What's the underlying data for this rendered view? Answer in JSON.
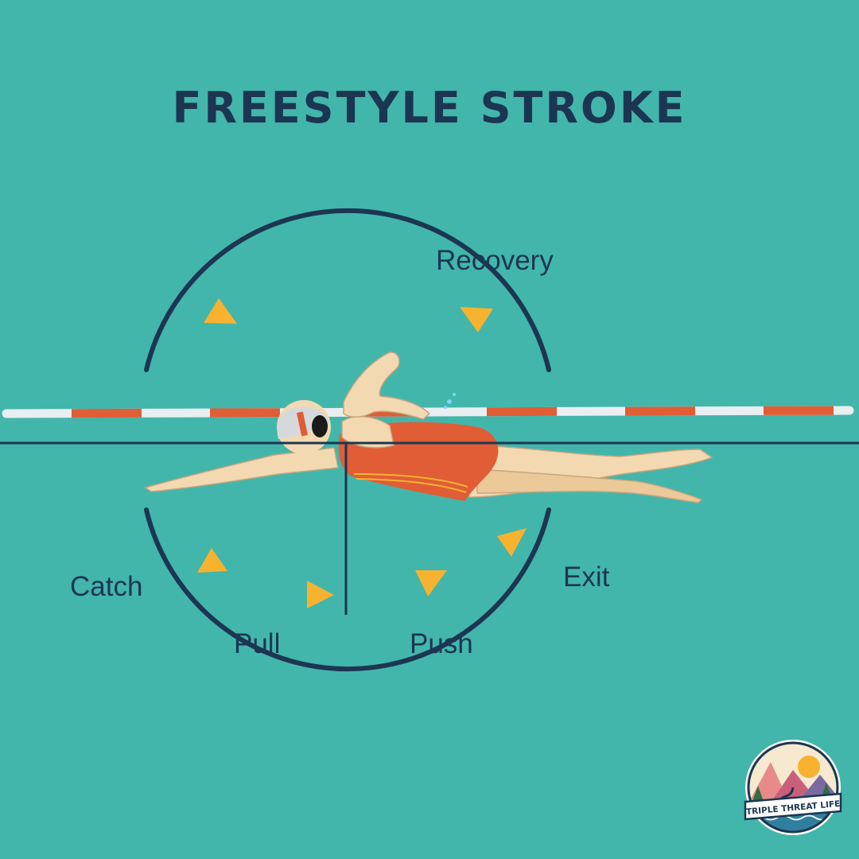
{
  "title": "FREESTYLE STROKE",
  "phases": {
    "recovery": "Recovery",
    "catch": "Catch",
    "pull": "Pull",
    "push": "Push",
    "exit": "Exit"
  },
  "logo_text": "TRIPLE THREAT LIFE",
  "colors": {
    "background": "#42b6ab",
    "ink": "#1c3652",
    "arrow": "#f7b22f",
    "lane_orange": "#e05d36",
    "lane_white": "#e9eef0",
    "swimsuit": "#e05d36",
    "skin": "#f3d9b1"
  }
}
